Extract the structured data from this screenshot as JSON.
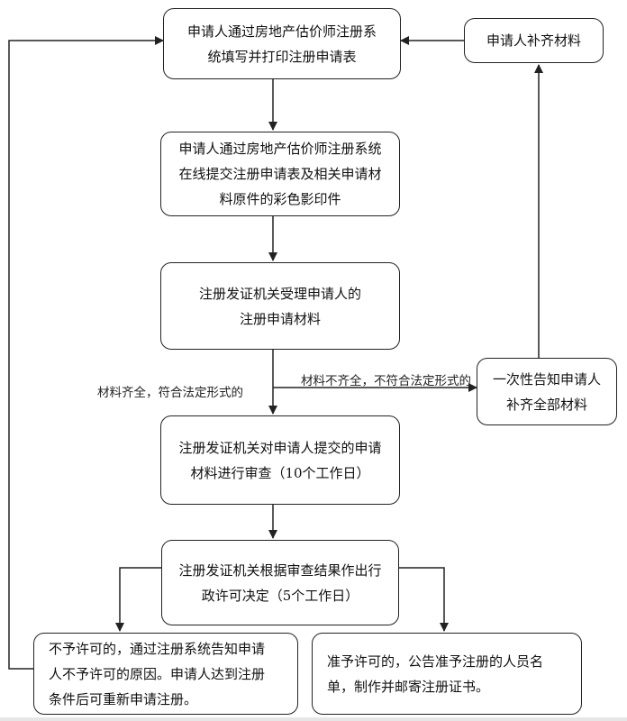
{
  "boxes": {
    "b1": {
      "line1": "申请人通过房地产估价师注册系",
      "line2": "统填写并打印注册申请表"
    },
    "b2": {
      "line1": "申请人通过房地产估价师注册系统",
      "line2": "在线提交注册申请表及相关申请材",
      "line3": "料原件的彩色影印件"
    },
    "b3": {
      "line1": "注册发证机关受理申请人的",
      "line2": "注册申请材料"
    },
    "b4": {
      "line1": "注册发证机关对申请人提交的申请",
      "line2": "材料进行审查（10个工作日）"
    },
    "b5": {
      "line1": "注册发证机关根据审查结果作出行",
      "line2": "政许可决定（5个工作日）"
    },
    "b6": {
      "line1": "不予许可的，通过注册系统告知申请",
      "line2": "人不予许可的原因。申请人达到注册",
      "line3": "条件后可重新申请注册。"
    },
    "b7": {
      "line1": "准予许可的，公告准予注册的人员名",
      "line2": "单，制作并邮寄注册证书。"
    },
    "b8": {
      "line1": "一次性告知申请人",
      "line2": "补齐全部材料"
    },
    "b9": {
      "line1": "申请人补齐材料"
    }
  },
  "labels": {
    "complete": "材料齐全，符合法定形式的",
    "incomplete": "材料不齐全，不符合法定形式的"
  },
  "colors": {
    "line": "#222222",
    "background": "#ffffff"
  }
}
